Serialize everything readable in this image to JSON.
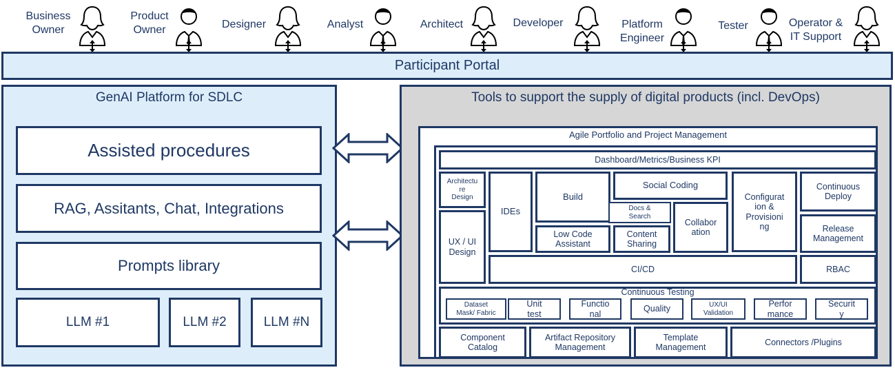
{
  "participants": [
    {
      "label": "Business\nOwner",
      "icon": "female-user-icon"
    },
    {
      "label": "Product\nOwner",
      "icon": "male-user-icon"
    },
    {
      "label": "Designer",
      "icon": "female-user-icon"
    },
    {
      "label": "Analyst",
      "icon": "male-user-icon"
    },
    {
      "label": "Architect",
      "icon": "female-user-icon"
    },
    {
      "label": "Developer",
      "icon": "female-user-icon"
    },
    {
      "label": "Platform\nEngineer",
      "icon": "male-user-icon"
    },
    {
      "label": "Tester",
      "icon": "male-user-icon"
    },
    {
      "label": "Operator &\nIT Support",
      "icon": "female-user-icon"
    }
  ],
  "portal": {
    "label": "Participant Portal"
  },
  "genai": {
    "title": "GenAI Platform for SDLC",
    "assisted": "Assisted procedures",
    "rag": "RAG, Assitants, Chat, Integrations",
    "prompts": "Prompts library",
    "llm1": "LLM #1",
    "llm2": "LLM #2",
    "llmn": "LLM #N"
  },
  "tools": {
    "title": "Tools to support the supply of digital products (incl. DevOps)",
    "agile": "Agile Portfolio and Project Management",
    "dashboard": "Dashboard/Metrics/Business KPI",
    "architecture": "Architectu\nre\nDesign",
    "ux_ui": "UX / UI\nDesign",
    "ides": "IDEs",
    "build": "Build",
    "social": "Social Coding",
    "docs": "Docs &\nSearch",
    "collab": "Collabor\nation",
    "lowcode": "Low Code\nAssistant",
    "content": "Content\nSharing",
    "config": "Configurat\nion &\nProvisioni\nng",
    "deploy": "Continuous\nDeploy",
    "release": "Release\nManagement",
    "cicd": "CI/CD",
    "rbac": "RBAC",
    "testing": "Continuous Testing",
    "dataset": "Dataset\nMask/ Fabric",
    "unit": "Unit\ntest",
    "functional": "Functio\nnal",
    "quality": "Quality",
    "uxval": "UX/UI\nValidation",
    "perf": "Perfor\nmance",
    "security": "Securit\ny",
    "component": "Component\nCatalog",
    "artifact": "Artifact Repository\nManagement",
    "template": "Template\nManagement",
    "connectors": "Connectors /Plugins"
  }
}
